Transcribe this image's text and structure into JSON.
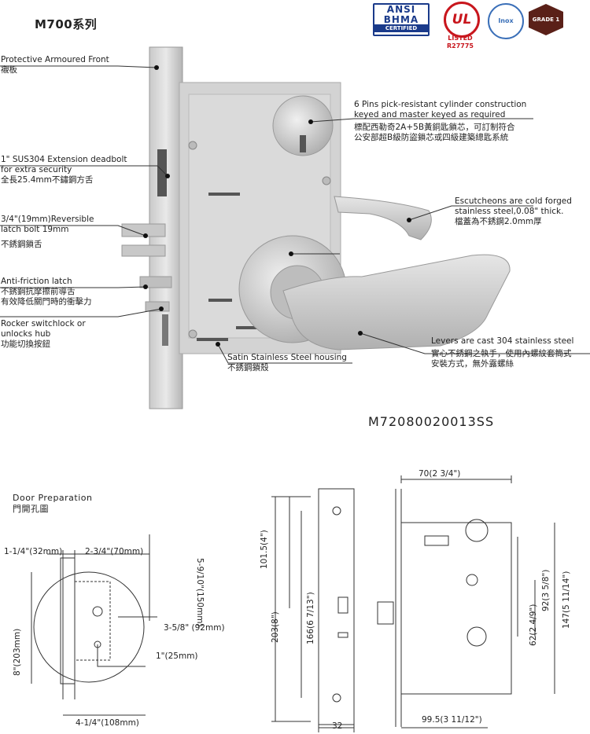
{
  "header": {
    "series": "M700系列"
  },
  "certifications": {
    "ansi_line1": "ANSI",
    "ansi_line2": "BHMA",
    "ansi_line3": "CERTIFIED",
    "ul_mark": "UL",
    "ul_listed": "LISTED",
    "ul_number": "R27775",
    "inox": "Inox",
    "grade": "GRADE 1"
  },
  "callouts": {
    "front_en": "Protective Armoured Front",
    "front_zh": "襯板",
    "deadbolt_en1": "1\" SUS304 Extension deadbolt",
    "deadbolt_en2": " for extra security",
    "deadbolt_zh": "全長25.4mm不鏽鋼方舌",
    "latch_en1": "3/4\"(19mm)Reversible",
    "latch_en2": "latch bolt 19mm",
    "latch_zh": "不銹鋼鎖舌",
    "antifriction_en": "Anti-friction latch",
    "antifriction_zh1": "不銹鋼抗摩擦前導舌",
    "antifriction_zh2": "有效降低關門時的衝擊力",
    "rocker_en1": "Rocker switchlock or",
    "rocker_en2": "unlocks hub",
    "rocker_zh": "功能切換按鈕",
    "cylinder_en1": "6 Pins pick-resistant cylinder construction",
    "cylinder_en2": "keyed and master keyed as required",
    "cylinder_zh1": "標配西勒奇2A+5B黃銅匙鎖芯，可訂制符合",
    "cylinder_zh2": "公安部超B級防盜鎖芯或四級建築總匙系統",
    "escutcheon_en1": "Escutcheons are cold forged",
    "escutcheon_en2": "stainless steel,0.08\" thick.",
    "escutcheon_zh": "檔蓋為不銹鋼2.0mm厚",
    "levers_en": "Levers are cast 304 stainless steel",
    "levers_zh1": "實心不銹鋼之執手，使用內螺紋套筒式",
    "levers_zh2": "安裝方式，無外露螺絲",
    "housing_en": "Satin Stainless Steel housing",
    "housing_zh": "不銹鋼鎖殼"
  },
  "model": "M72080020013SS",
  "door_prep": {
    "title_en": "Door Preparation",
    "title_zh": "門開孔圖",
    "d1": "1-1/4\"(32mm)",
    "d2": "2-3/4\"(70mm)",
    "d3": "5-9/10\"(150mm)",
    "d4": "8\"(203mm)",
    "d5": "3-5/8\" (92mm)",
    "d6": "1\"(25mm)",
    "d7": "4-1/4\"(108mm)"
  },
  "front_dims": {
    "h1": "101.5(4\")",
    "h2": "203(8\")",
    "h3": "166(6 7/13\")",
    "w": "32"
  },
  "side_dims": {
    "top": "70(2 3/4\")",
    "v1": "92(3 5/8\")",
    "v2": "62(2 4/9\")",
    "v3": "147(5 11/14\")",
    "bottom": "99.5(3 11/12\")"
  }
}
